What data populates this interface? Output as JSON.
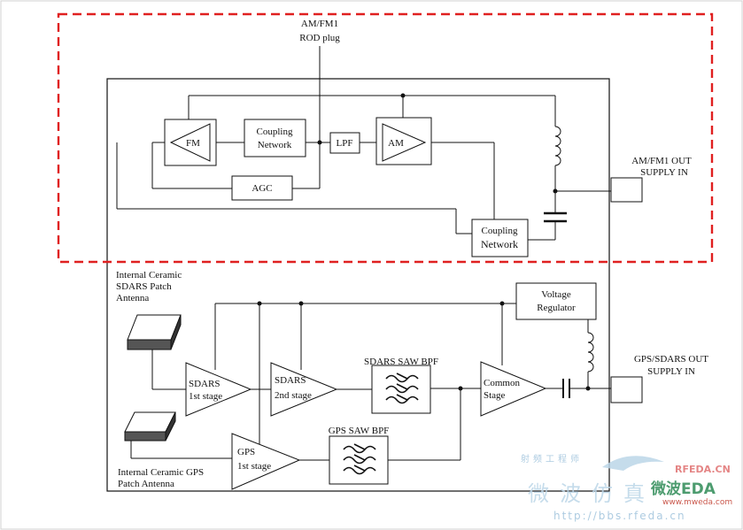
{
  "colors": {
    "dashed_box": "#e02020",
    "line": "#111111",
    "watermark": "#9fc3dc",
    "watermark_accent": "#c0392b"
  },
  "rod_plug": {
    "line1": "AM/FM1",
    "line2": "ROD plug"
  },
  "blocks": {
    "fm": "FM",
    "coupling_top": {
      "line1": "Coupling",
      "line2": "Network"
    },
    "lpf": "LPF",
    "am": "AM",
    "agc": "AGC",
    "coupling_bottom": {
      "line1": "Coupling",
      "line2": "Network"
    },
    "voltage_regulator": {
      "line1": "Voltage",
      "line2": "Regulator"
    },
    "sdars_1st": {
      "line1": "SDARS",
      "line2": "1st stage"
    },
    "sdars_2nd": {
      "line1": "SDARS",
      "line2": "2nd stage"
    },
    "sdars_saw": "SDARS SAW BPF",
    "common": {
      "line1": "Common",
      "line2": "Stage"
    },
    "gps_1st": {
      "line1": "GPS",
      "line2": "1st stage"
    },
    "gps_saw": "GPS SAW BPF"
  },
  "outputs": {
    "amfm": {
      "line1": "AM/FM1 OUT",
      "line2": "SUPPLY IN"
    },
    "gps_sdars": {
      "line1": "GPS/SDARS OUT",
      "line2": "SUPPLY IN"
    }
  },
  "antennas": {
    "sdars": {
      "line1": "Internal Ceramic",
      "line2": "SDARS Patch",
      "line3": "Antenna"
    },
    "gps": {
      "line1": "Internal Ceramic GPS",
      "line2": "Patch Antenna"
    }
  },
  "watermark": {
    "cn_small": "射频工程师",
    "cn_big": "微波仿真",
    "rfeda": "RFEDA.CN",
    "brand": "微波EDA",
    "url1": "www.mweda.com",
    "url2": "http://bbs.rfeda.cn"
  }
}
